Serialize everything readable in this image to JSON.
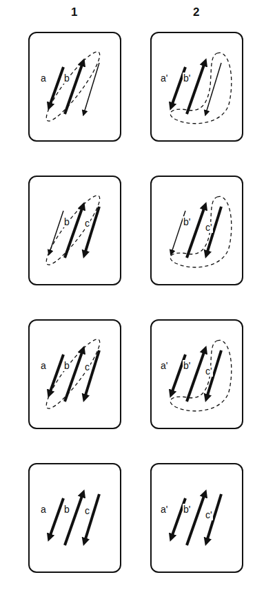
{
  "diagram": {
    "labels": [
      "1",
      "2",
      "a",
      "b",
      "a'",
      "b'",
      "b",
      "c",
      "b'",
      "c'",
      "a",
      "b",
      "c",
      "a'",
      "b'",
      "c'",
      "a",
      "b",
      "c",
      "a'",
      "b'",
      "c'"
    ]
  }
}
